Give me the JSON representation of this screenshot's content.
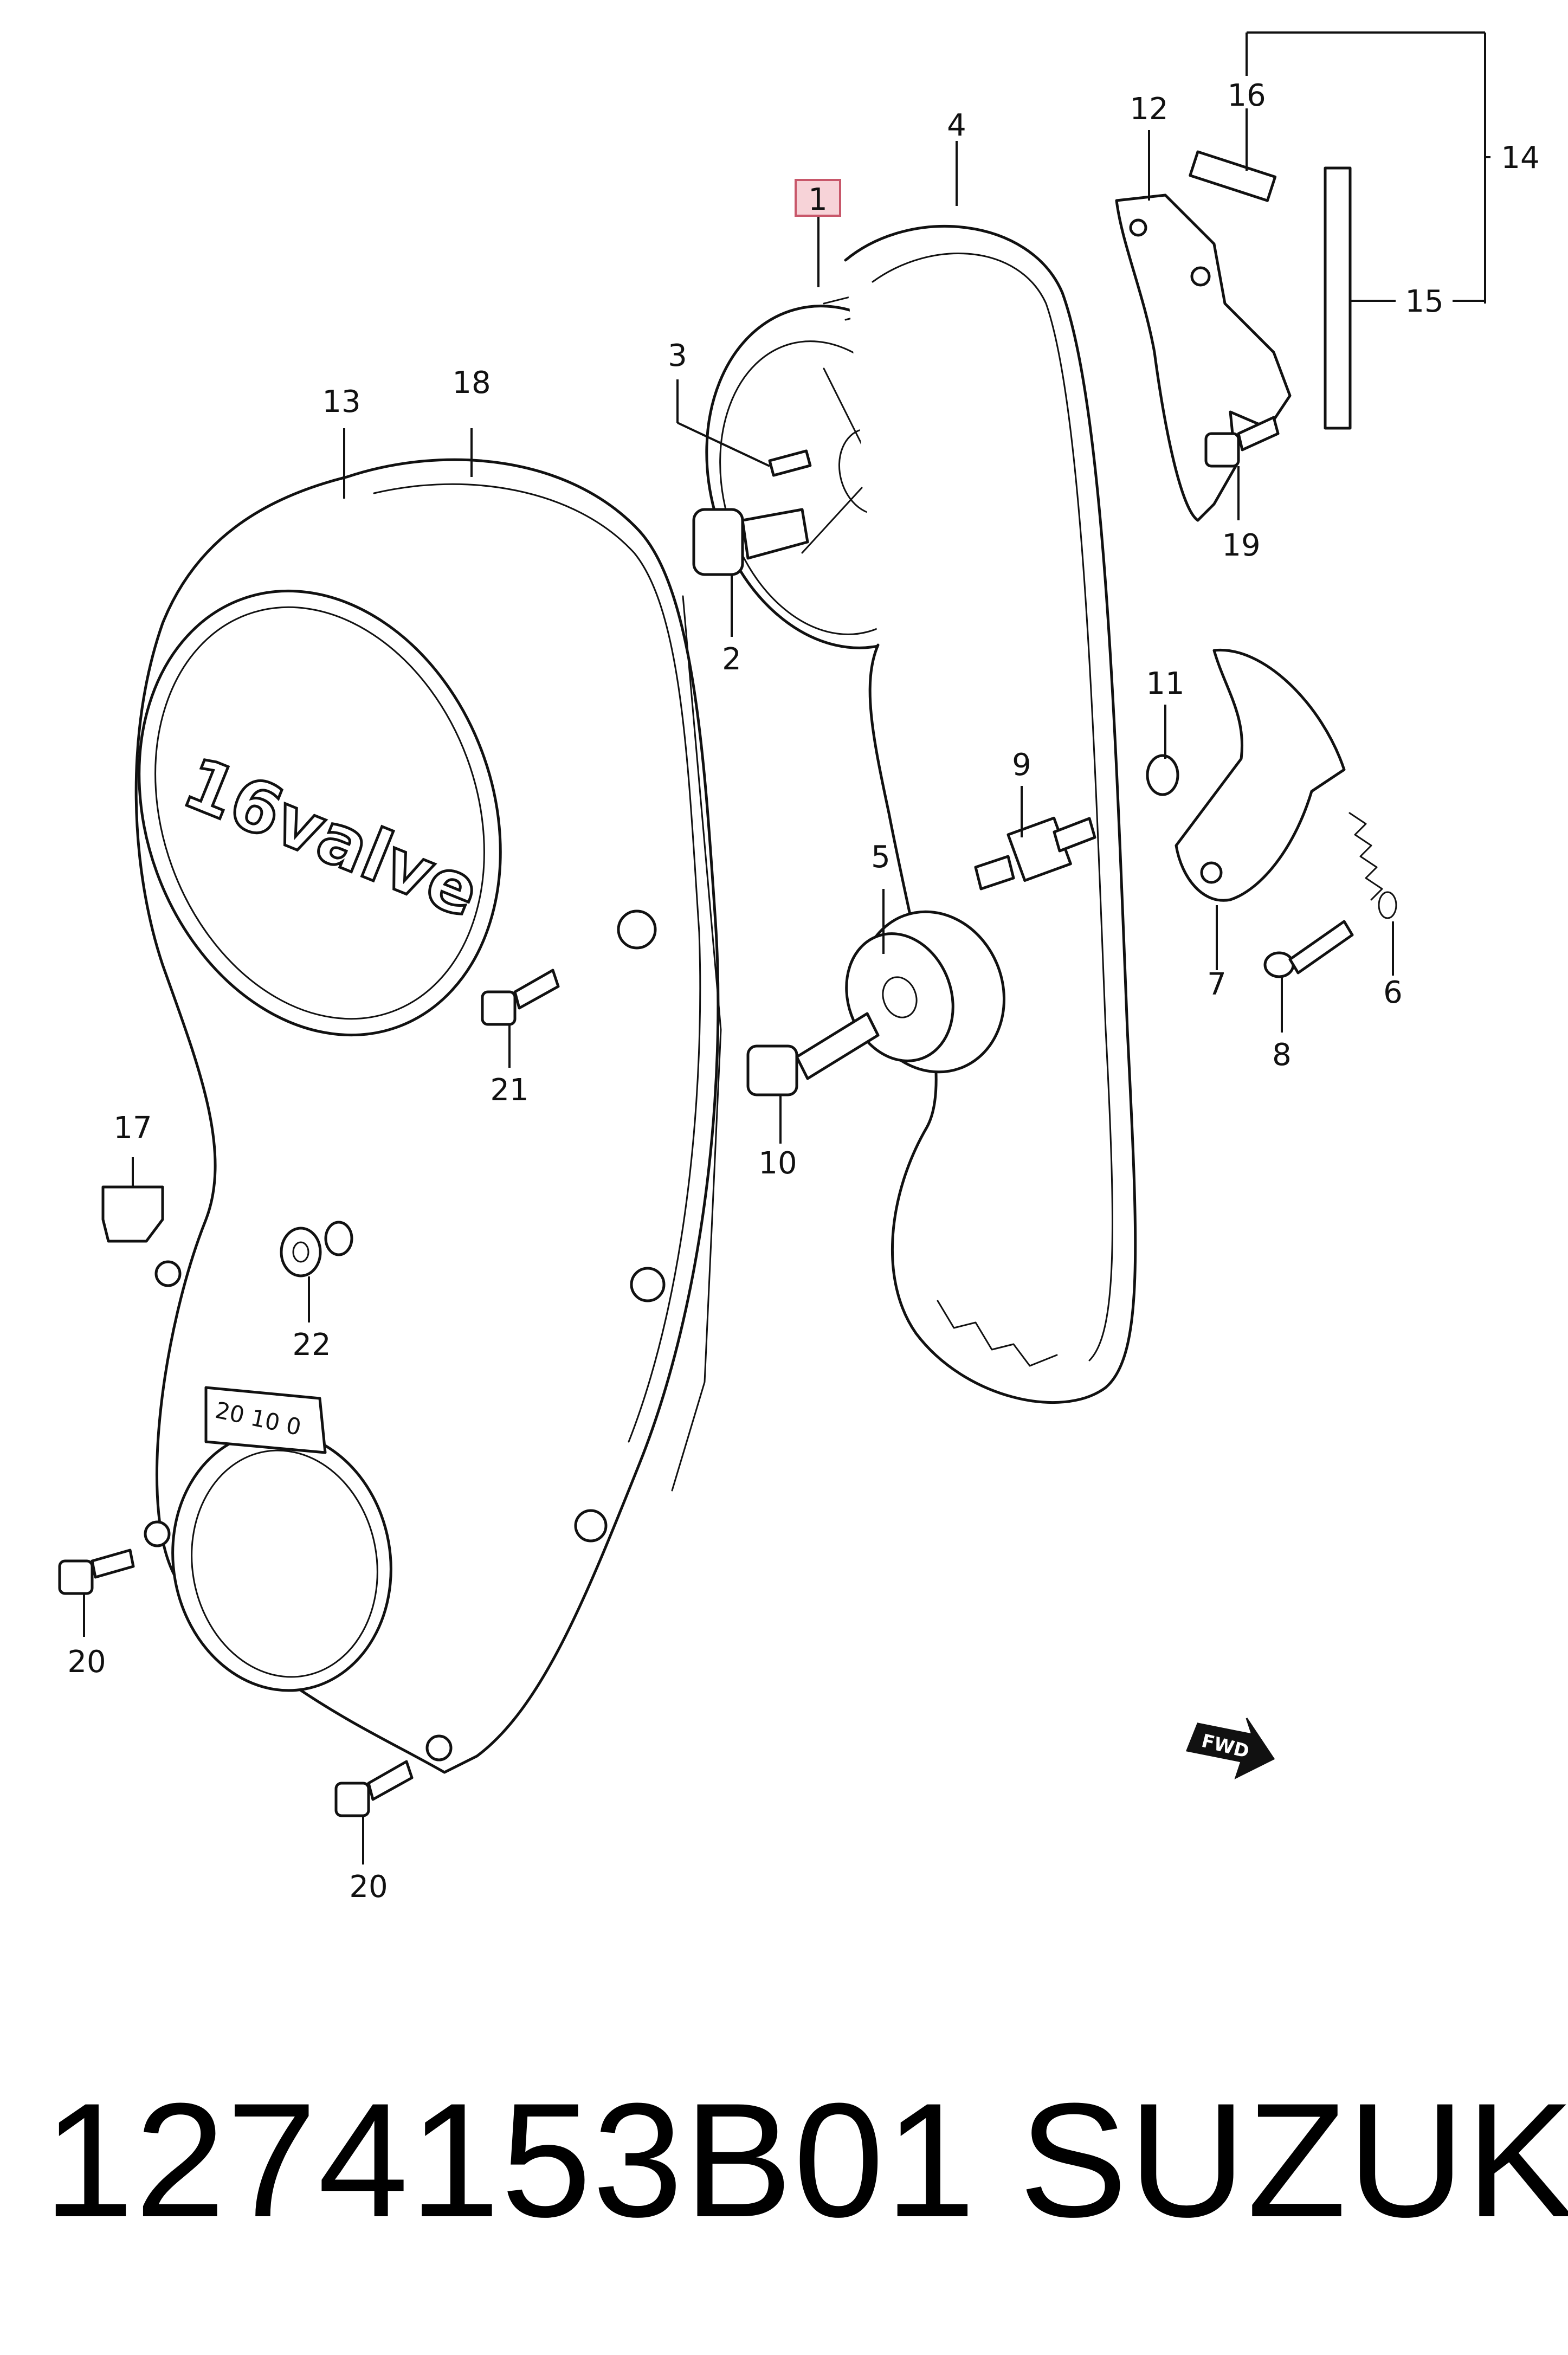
{
  "diagram": {
    "cover_emblem_text": "16valve",
    "timing_scale_text": "20 10 0",
    "fwd_marker_text": "FWD",
    "highlighted_part": "1",
    "labels": [
      {
        "id": "1",
        "text": "1"
      },
      {
        "id": "2",
        "text": "2"
      },
      {
        "id": "3",
        "text": "3"
      },
      {
        "id": "4",
        "text": "4"
      },
      {
        "id": "5",
        "text": "5"
      },
      {
        "id": "6",
        "text": "6"
      },
      {
        "id": "7",
        "text": "7"
      },
      {
        "id": "8",
        "text": "8"
      },
      {
        "id": "9",
        "text": "9"
      },
      {
        "id": "10",
        "text": "10"
      },
      {
        "id": "11",
        "text": "11"
      },
      {
        "id": "12",
        "text": "12"
      },
      {
        "id": "13",
        "text": "13"
      },
      {
        "id": "14",
        "text": "14"
      },
      {
        "id": "15",
        "text": "15"
      },
      {
        "id": "16",
        "text": "16"
      },
      {
        "id": "17",
        "text": "17"
      },
      {
        "id": "18",
        "text": "18"
      },
      {
        "id": "19",
        "text": "19"
      },
      {
        "id": "20a",
        "text": "20"
      },
      {
        "id": "20b",
        "text": "20"
      },
      {
        "id": "21",
        "text": "21"
      },
      {
        "id": "22",
        "text": "22"
      }
    ]
  },
  "footer": {
    "part_number": "1274153B01",
    "brand": "SUZUKI"
  }
}
